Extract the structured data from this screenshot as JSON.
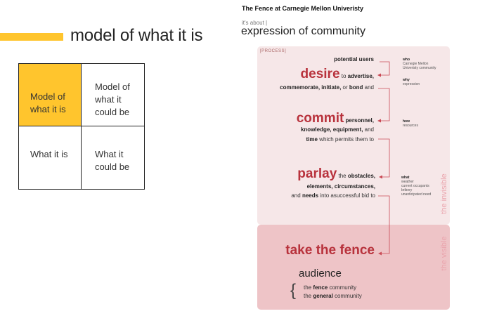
{
  "left": {
    "title": "model of what it is",
    "grid": {
      "top_left": [
        "Model of",
        "what it is"
      ],
      "top_right": [
        "Model of",
        "what it",
        "could be"
      ],
      "bottom_left": [
        "What it is"
      ],
      "bottom_right": [
        "What it",
        "could be"
      ]
    }
  },
  "right": {
    "title": "The Fence at Carnegie Mellon Univeristy",
    "about": "it's about |",
    "expression": "expression of community",
    "process_label": "[PROCESS]",
    "invisible_label": "the invisible",
    "visible_label": "the visible",
    "potential_users": "potential users",
    "desire": {
      "word": "desire",
      "to": " to ",
      "advertise": "advertise,",
      "line2": "commemorate, initiate,",
      "or": " or ",
      "bond": "bond",
      "and": " and"
    },
    "commit": {
      "word": "commit",
      "personnel": "personnel,",
      "line2": "knowledge, equipment,",
      "and": " and",
      "time": "time",
      "rest": " which permits them to"
    },
    "parlay": {
      "word": "parlay",
      "the": " the ",
      "obstacles": "obstacles,",
      "line2": "elements, circumstances,",
      "and": "and ",
      "needs": "needs",
      "rest": " into asuccessful bid to"
    },
    "take": "take the fence",
    "audience": "audience",
    "brace": "{",
    "general": {
      "the1": "the ",
      "fence": "fence",
      "community1": " community",
      "the2": "the ",
      "general": "general",
      "community2": " community"
    },
    "notes": {
      "who_head": "who",
      "who_lines": [
        "Carnegie Mellon",
        "Univeristy community"
      ],
      "why_head": "why",
      "why_lines": [
        "expression"
      ],
      "how_head": "how",
      "how_lines": [
        "resources"
      ],
      "what_head": "what",
      "what_lines": [
        "weather",
        "current occupants",
        "bribery",
        "unanticipated need"
      ]
    }
  },
  "colors": {
    "yellow": "#ffc52d",
    "accent_red": "#b8323c",
    "panel_light": "#f6e7e8",
    "panel_dark": "#eec4c7",
    "side_label": "#eaa5ad"
  }
}
